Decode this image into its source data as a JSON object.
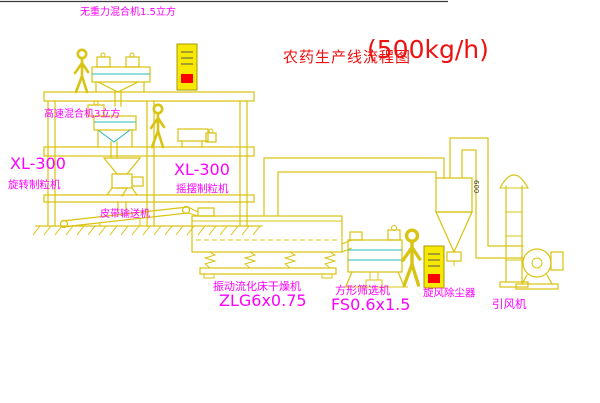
{
  "title": {
    "name": "农药生产线流程图",
    "capacity": "(500kg/h)"
  },
  "colors": {
    "line": "#d9c414",
    "text": "#ff00ff",
    "title": "#ee1111",
    "cabinet": "#f6e800",
    "alert": "#ff0000",
    "accent": "#2ab8b8"
  },
  "labels": {
    "top_mixer": "无重力混合机1.5立方",
    "high_speed_mixer": "高速混合机3立方",
    "granulator_left_model": "XL-300",
    "granulator_left_name": "旋转制粒机",
    "granulator_right_model": "XL-300",
    "granulator_right_name": "摇摆制粒机",
    "belt_conveyor": "皮带输送机",
    "dryer_name": "振动流化床干燥机",
    "dryer_model": "ZLG6x0.75",
    "sieve_name": "方形筛选机",
    "sieve_model": "FS0.6x1.5",
    "cyclone_name": "旋风除尘器",
    "fan_name": "引风机",
    "duct_size": "600"
  }
}
